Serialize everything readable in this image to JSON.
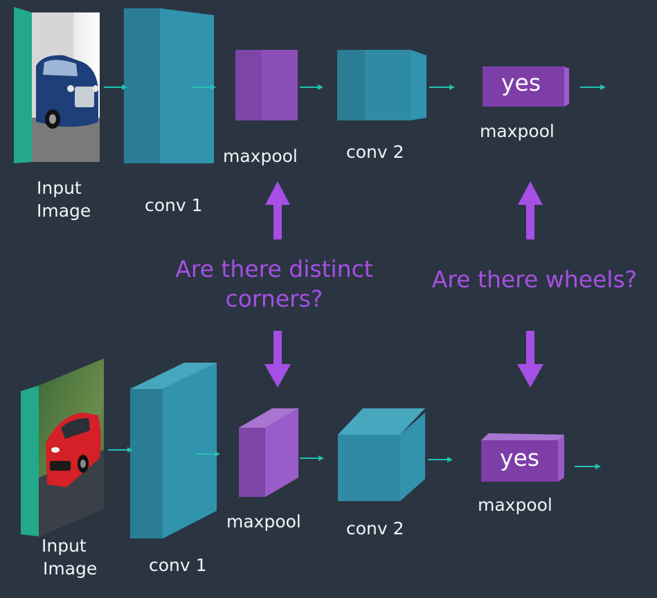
{
  "top_row": {
    "input_label_line1": "Input",
    "input_label_line2": "Image",
    "conv1_label": "conv 1",
    "maxpool1_label": "maxpool",
    "conv2_label": "conv 2",
    "output_label": "maxpool",
    "output_value": "yes"
  },
  "bottom_row": {
    "input_label_line1": "Input",
    "input_label_line2": "Image",
    "conv1_label": "conv 1",
    "maxpool1_label": "maxpool",
    "conv2_label": "conv 2",
    "output_label": "maxpool",
    "output_value": "yes"
  },
  "questions": {
    "corners_line1": "Are there distinct",
    "corners_line2": "corners?",
    "wheels": "Are there wheels?"
  },
  "colors": {
    "background": "#2b3542",
    "conv": "#2f8aa3",
    "pool": "#8a4fb8",
    "accent_arrow": "#a64fe4",
    "flow_arrow": "#22c2b0",
    "frame": "#23a88a"
  },
  "icons": {
    "top_image": "blue-car-photo",
    "bottom_image": "red-car-photo"
  }
}
